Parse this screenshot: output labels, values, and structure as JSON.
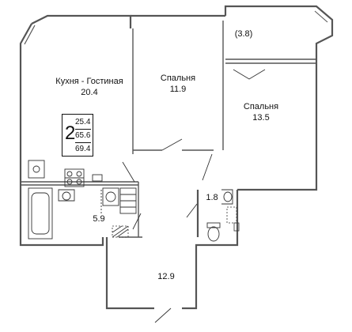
{
  "rooms": {
    "kitchen": {
      "name": "Кухня - Гостиная",
      "area": "20.4"
    },
    "bedroom1": {
      "name": "Спальня",
      "area": "11.9"
    },
    "bedroom2": {
      "name": "Спальня",
      "area": "13.5"
    },
    "balcony": {
      "area": "(3.8)"
    },
    "bathroom": {
      "area": "5.9"
    },
    "wc": {
      "area": "1.8"
    },
    "hall": {
      "area": "12.9"
    }
  },
  "summary": {
    "room_count": "2",
    "living_area": "25.4",
    "total_area": "65.6",
    "total_with_balcony": "69.4"
  }
}
